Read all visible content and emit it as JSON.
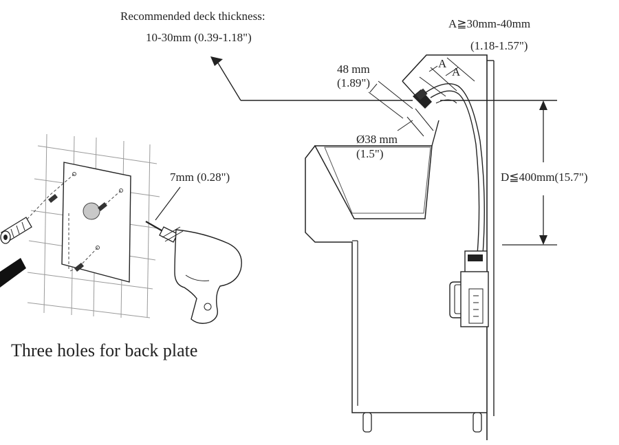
{
  "deck": {
    "heading": "Recommended deck thickness:",
    "range": "10-30mm (0.39-1.18\")"
  },
  "clearance": {
    "a_range": "A≧30mm-40mm",
    "a_range_in": "(1.18-1.57\")",
    "a_mark_1": "A",
    "a_mark_2": "A"
  },
  "faucet": {
    "height_mm": "48 mm",
    "height_in": "(1.89\")",
    "hole_mm": "Ø38 mm",
    "hole_in": "(1.5\")"
  },
  "depth": {
    "label": "D≦400mm(15.7\")"
  },
  "drill": {
    "bit_size": "7mm (0.28\")"
  },
  "back_plate": {
    "caption": "Three holes for back plate"
  }
}
